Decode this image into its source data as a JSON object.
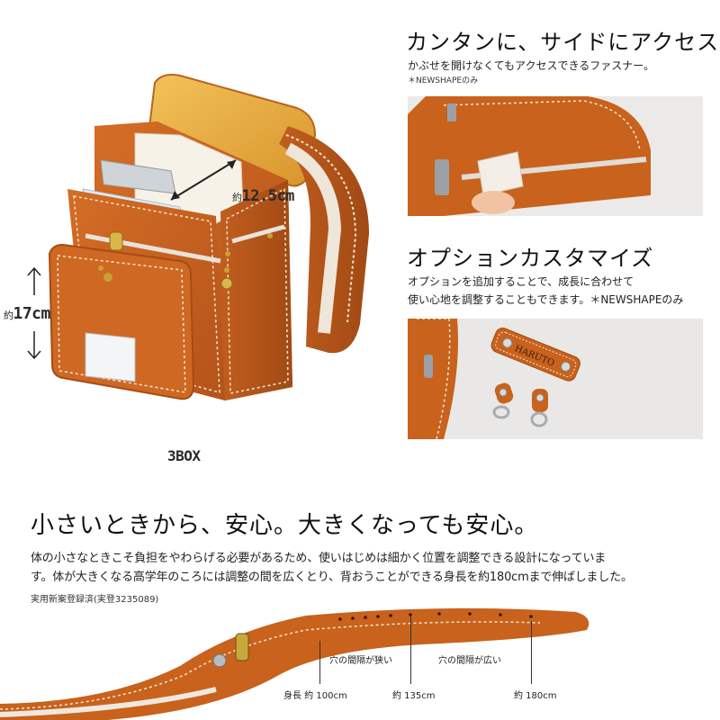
{
  "hero": {
    "width_label": "約 12.5cm",
    "width_prefix": "約",
    "width_value": "12.5cm",
    "height_prefix": "約",
    "height_value": "17cm",
    "box_label": "3BOX"
  },
  "access": {
    "title": "カンタンに、サイドにアクセス",
    "text": "かぶせを開けなくてもアクセスできるファスナー。",
    "note": "＊NEWSHAPEのみ"
  },
  "option": {
    "title": "オプションカスタマイズ",
    "text_line1": "オプションを追加することで、成長に合わせて",
    "text_line2": "使い心地を調整することもできます。＊NEWSHAPEのみ",
    "tag_text": "HARUTO"
  },
  "safety": {
    "title": "小さいときから、安心。大きくなっても安心。",
    "text_line1": "体の小さなときこそ負担をやわらげる必要があるため、使いはじめは細かく位置を調整できる設計になっていま",
    "text_line2": "す。体が大きくなる高学年のころには調整の間を広くとり、背おうことができる身長を約180cmまで伸ばしました。",
    "note": "実用新案登録済(実登3235089)"
  },
  "strap": {
    "narrow_label": "穴の間隔が狭い",
    "wide_label": "穴の間隔が広い",
    "h1_label": "身長  約 100cm",
    "h2_label": "約 135cm",
    "h3_label": "約 180cm"
  },
  "colors": {
    "leather": "#c8621d",
    "leather_dark": "#9e4612",
    "lining": "#e9b14a",
    "stitch": "#f4e6cf"
  }
}
